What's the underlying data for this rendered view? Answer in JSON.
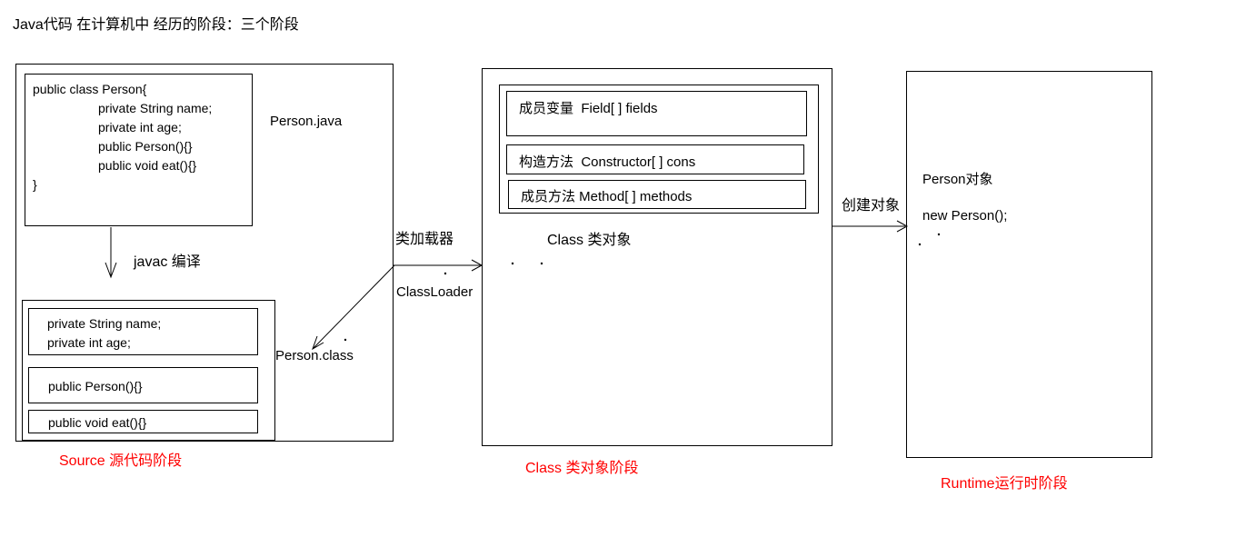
{
  "title": "Java代码 在计算机中 经历的阶段：三个阶段",
  "colors": {
    "stage_label_red": "#FF0000",
    "line_black": "#000000",
    "background": "#FFFFFF"
  },
  "stage_source": {
    "file_label": "Person.java",
    "code_lines": [
      "public class Person{",
      "private String name;",
      "private int age;",
      "",
      "public Person(){}",
      "",
      "public void eat(){}",
      "}"
    ],
    "compile_arrow_label": "javac 编译",
    "class_file_label": "Person.class",
    "fields_box_lines": [
      "private String name;",
      "private int age;"
    ],
    "constructor_box_line": "public Person(){}",
    "method_box_line": "public void eat(){}",
    "stage_label": "Source 源代码阶段"
  },
  "class_loader": {
    "label_cn": "类加载器",
    "label_en": "ClassLoader"
  },
  "stage_class": {
    "member_rows": [
      "成员变量  Field[ ] fields",
      "构造方法  Constructor[ ] cons",
      "成员方法 Method[ ] methods"
    ],
    "object_label": "Class 类对象",
    "stage_label": "Class 类对象阶段"
  },
  "create_arrow_label": "创建对象",
  "stage_runtime": {
    "object_label": "Person对象",
    "code_line": "new Person();",
    "stage_label": "Runtime运行时阶段"
  }
}
